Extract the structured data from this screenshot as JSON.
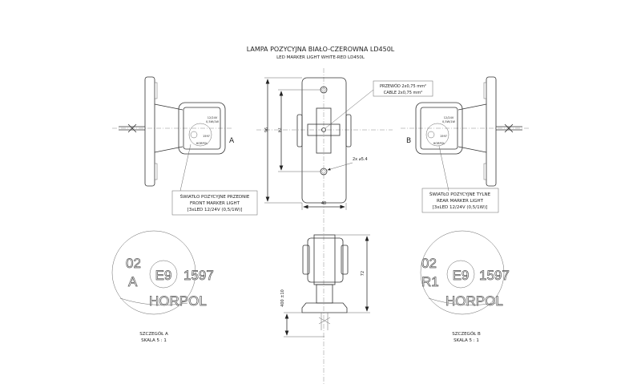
{
  "title": "LAMPA POZYCYJNA BIAŁO-CZEROWNA LD450L",
  "subtitle": "LED MARKER LIGHT WHITE-RED LD450L",
  "cable_label": {
    "line1": "PRZEWÓD 2x0,75 mm²",
    "line2": "CABLE 2x0,75 mm²"
  },
  "dimensions": {
    "height_total": "96",
    "hole_spacing": "74",
    "holes": "2x ⌀5.4",
    "width": "40",
    "depth": "72",
    "cable_length": "400 ±10"
  },
  "views": {
    "left_marker": "A",
    "right_marker": "B"
  },
  "lamp_label_small": {
    "voltage": "12/24V",
    "power": "0,5W/1W",
    "code": "1597",
    "brand": "HORPOL"
  },
  "front_box": {
    "line1": "ŚWIATŁO POZYCYJNE PRZEDNIE",
    "line2": "FRONT MARKER LIGHT",
    "line3": "[3xLED 12/24V (0,5/1W)]"
  },
  "rear_box": {
    "line1": "ŚWIATŁO POZYCYJNE TYLNE",
    "line2": "REAR MARKER LIGHT",
    "line3": "[3xLED 12/24V (0,5/1W)]"
  },
  "detail_a": {
    "num": "02",
    "class": "A",
    "mark": "E9",
    "code": "1597",
    "brand": "HORPOL",
    "caption": "SZCZEGÓŁ A",
    "scale": "SKALA 5 : 1"
  },
  "detail_b": {
    "num": "02",
    "class": "R1",
    "mark": "E9",
    "code": "1597",
    "brand": "HORPOL",
    "caption": "SZCZEGÓŁ B",
    "scale": "SKALA 5 : 1"
  }
}
